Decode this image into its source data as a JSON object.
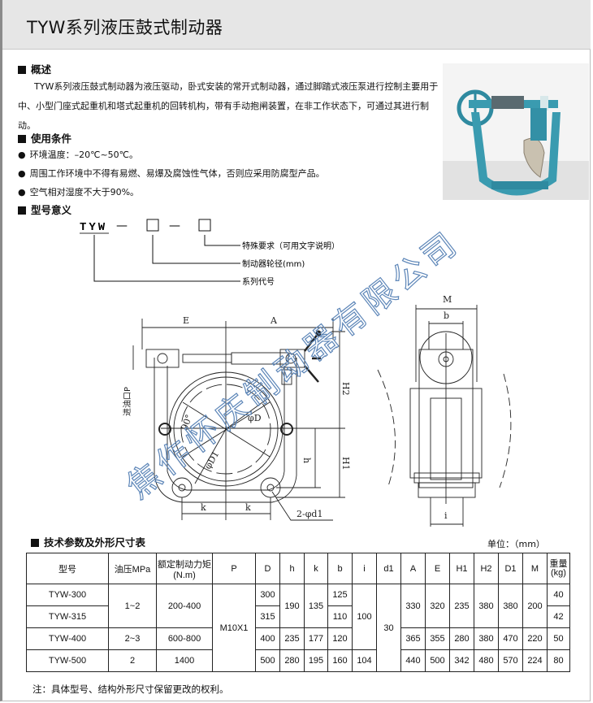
{
  "title": "TYW系列液压鼓式制动器",
  "overview": {
    "heading": "概述",
    "text": "TYW系列液压鼓式制动器为液压驱动，卧式安装的常开式制动器，通过脚踏式液压泵进行控制主要用于中、小型门座式起重机和塔式起重机的回转机构，带有手动抱闸装置，在非工作状态下，可通过其进行制动。"
  },
  "conditions": {
    "heading": "使用条件",
    "items": [
      "环境温度：–20℃~50℃。",
      "周围工作环境中不得有易燃、易爆及腐蚀性气体，否则应采用防腐型产品。",
      "空气相对湿度不大于90%。"
    ]
  },
  "model_meaning": {
    "heading": "型号意义",
    "code": "TYW",
    "dash": "—",
    "labels": [
      "特殊要求（可用文字说明）",
      "制动器轮径(mm)",
      "系列代号"
    ]
  },
  "drawing": {
    "E": "E",
    "A": "A",
    "H2": "H2",
    "H1": "H1",
    "h": "h",
    "k": "k",
    "d1": "2-φd1",
    "D": "φD",
    "D1": "φD1",
    "angle": "90°",
    "inlet": "进油口P",
    "M": "M",
    "b": "b",
    "i": "i"
  },
  "watermark": "焦作怀庆制动器有限公司",
  "table": {
    "heading": "技术参数及外形尺寸表",
    "unit": "单位：（mm）",
    "headers": {
      "model": "型号",
      "pressure": "油压MPa",
      "torque": "额定制动力矩",
      "torque_unit": "(N.m)",
      "P": "P",
      "D": "D",
      "h": "h",
      "k": "k",
      "b": "b",
      "i": "i",
      "d1": "d1",
      "A": "A",
      "E": "E",
      "H1": "H1",
      "H2": "H2",
      "D1": "D1",
      "M": "M",
      "weight": "重量",
      "weight_unit": "(kg)"
    },
    "rows": [
      {
        "model": "TYW-300",
        "pressure": "1~2",
        "torque": "200-400",
        "P": "M10X1",
        "D": "300",
        "h": "190",
        "k": "135",
        "b": "125",
        "i": "100",
        "d1": "30",
        "A": "330",
        "E": "320",
        "H1": "235",
        "H2": "380",
        "D1": "380",
        "M": "200",
        "weight": "40"
      },
      {
        "model": "TYW-315",
        "D": "315",
        "b": "110",
        "weight": "42"
      },
      {
        "model": "TYW-400",
        "pressure": "2~3",
        "torque": "600-800",
        "D": "400",
        "h": "235",
        "k": "177",
        "b": "120",
        "A": "365",
        "E": "355",
        "H1": "280",
        "H2": "380",
        "D1": "470",
        "M": "220",
        "weight": "50"
      },
      {
        "model": "TYW-500",
        "pressure": "2",
        "torque": "1400",
        "D": "500",
        "h": "280",
        "k": "195",
        "b": "160",
        "i": "104",
        "A": "440",
        "E": "500",
        "H1": "342",
        "H2": "480",
        "D1": "570",
        "M": "224",
        "weight": "80"
      }
    ]
  },
  "note": "注：具体型号、结构外形尺寸保留更改的权利。",
  "colors": {
    "header_bg": "#e6e6e6",
    "product": "#3a9bb0",
    "watermark": "#5d86b8"
  }
}
